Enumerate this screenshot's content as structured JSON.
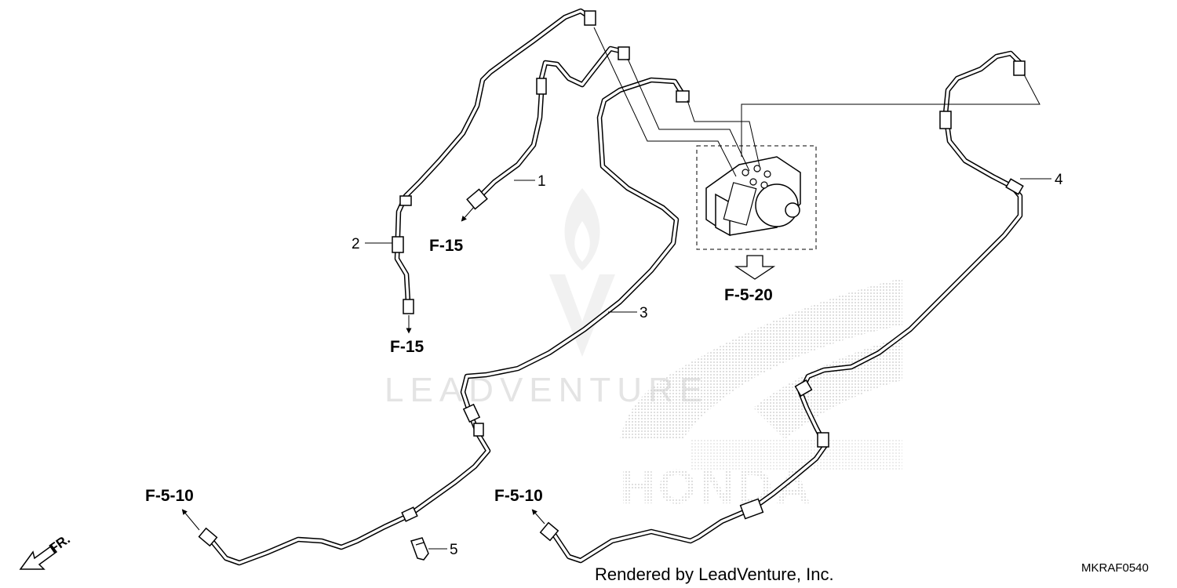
{
  "diagram": {
    "refs": {
      "f15_upper": "F-15",
      "f15_lower": "F-15",
      "f520": "F-5-20",
      "f510_left": "F-5-10",
      "f510_right": "F-5-10"
    },
    "callouts": [
      "1",
      "2",
      "3",
      "4",
      "5"
    ],
    "watermark_text": "LEADVENTURE",
    "brand_watermark": "HONDA",
    "front_marker": "FR.",
    "footer": "Rendered by LeadVenture, Inc.",
    "diagram_code": "MKRAF0540",
    "icons": [
      "abs-modulator",
      "brake-pipe",
      "pipe-clip",
      "front-arrow-icon",
      "reference-arrow-icon"
    ]
  }
}
